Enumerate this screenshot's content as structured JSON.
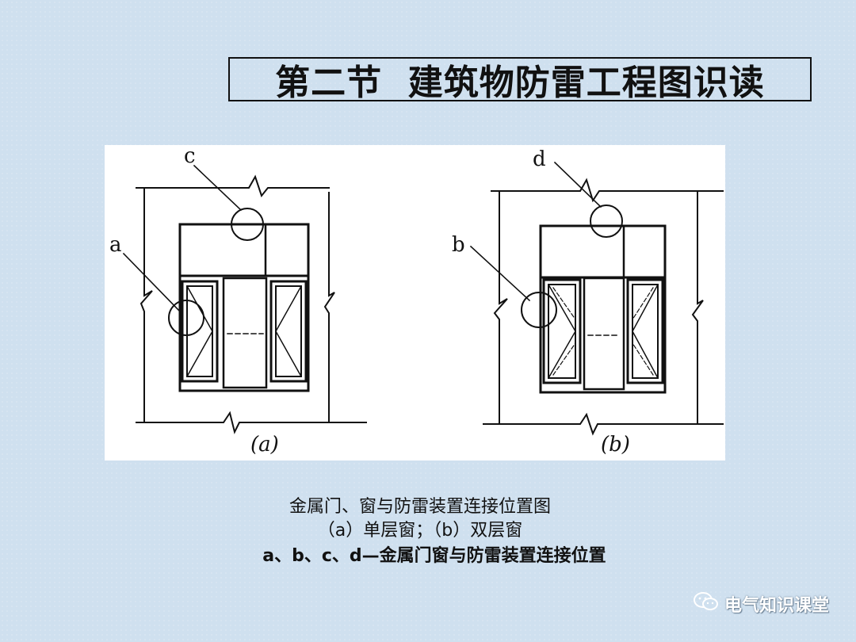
{
  "slide": {
    "title": "第二节  建筑物防雷工程图识读"
  },
  "figure": {
    "panel_a": {
      "label": "(a)",
      "callouts": [
        "a",
        "c"
      ]
    },
    "panel_b": {
      "label": "(b)",
      "callouts": [
        "b",
        "d"
      ]
    }
  },
  "caption": {
    "line1": "金属门、窗与防雷装置连接位置图",
    "line2": "（a）单层窗；（b）双层窗",
    "line3": "a、b、c、d—金属门窗与防雷装置连接位置"
  },
  "watermark": {
    "icon": "wechat-icon",
    "text": "电气知识课堂"
  }
}
